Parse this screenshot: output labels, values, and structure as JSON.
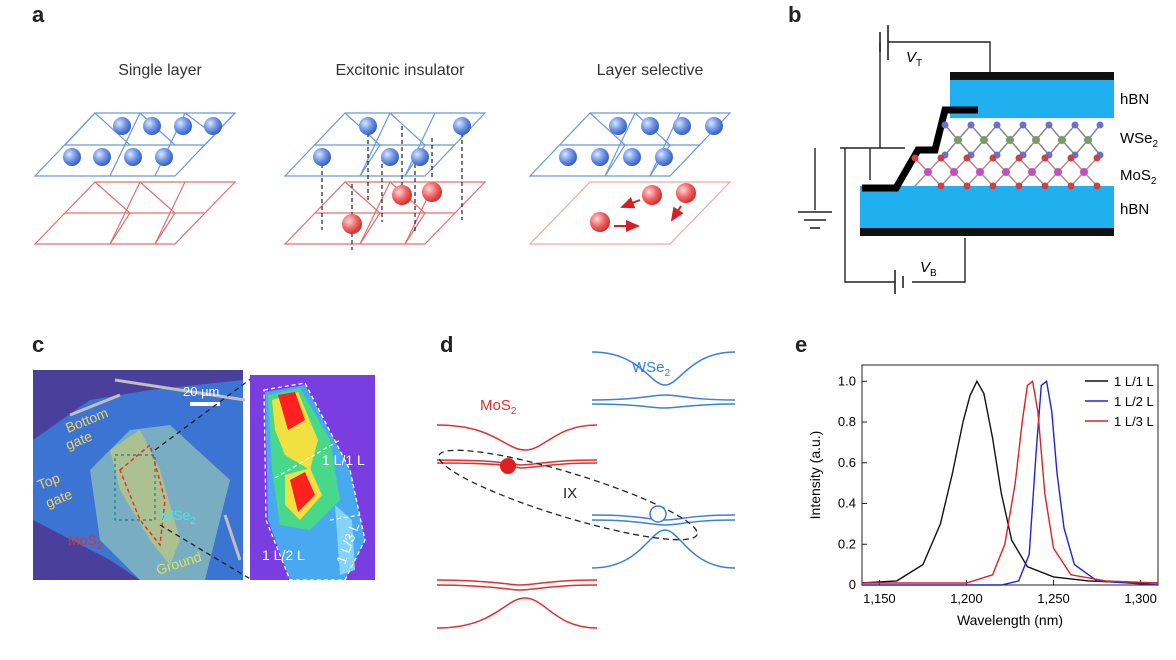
{
  "panels": {
    "a": "a",
    "b": "b",
    "c": "c",
    "d": "d",
    "e": "e"
  },
  "panel_a": {
    "captions": [
      "Single layer",
      "Excitonic insulator",
      "Layer selective"
    ]
  },
  "panel_b": {
    "vt_base": "V",
    "vt_sub": "T",
    "vb_base": "V",
    "vb_sub": "B",
    "hbn_top": "hBN",
    "hbn_bottom": "hBN",
    "wse2_base": "WSe",
    "wse2_sub": "2",
    "mos2_base": "MoS",
    "mos2_sub": "2"
  },
  "panel_c": {
    "scale": "20 µm",
    "bottom_gate": [
      "Bottom",
      "gate"
    ],
    "top_gate": [
      "Top",
      "gate"
    ],
    "wse2_base": "WSe",
    "wse2_sub": "2",
    "mos2_base": "MoS",
    "mos2_sub": "2",
    "ground": "Ground",
    "l11": "1 L/1 L",
    "l12": "1 L/2 L",
    "l13": "1 L/3 L"
  },
  "panel_d": {
    "wse2_base": "WSe",
    "wse2_sub": "2",
    "mos2_base": "MoS",
    "mos2_sub": "2",
    "ix": "IX"
  },
  "chart_data": {
    "type": "line",
    "xlabel": "Wavelength (nm)",
    "ylabel": "Intensity (a.u.)",
    "xlim": [
      1140,
      1310
    ],
    "ylim": [
      0,
      1.08
    ],
    "x_ticks": [
      1150,
      1200,
      1250,
      1300
    ],
    "x_tick_labels": [
      "1,150",
      "1,200",
      "1,250",
      "1,300"
    ],
    "y_ticks": [
      0,
      0.2,
      0.4,
      0.6,
      0.8,
      1.0
    ],
    "y_tick_labels": [
      "0",
      "0.2",
      "0.4",
      "0.6",
      "0.8",
      "1.0"
    ],
    "legend_position": "top-right",
    "series": [
      {
        "name": "1 L/1 L",
        "color": "#111111",
        "x": [
          1140,
          1160,
          1175,
          1185,
          1192,
          1198,
          1202,
          1206,
          1210,
          1215,
          1220,
          1226,
          1235,
          1250,
          1270,
          1300,
          1310
        ],
        "y": [
          0.01,
          0.02,
          0.1,
          0.3,
          0.55,
          0.8,
          0.93,
          1.0,
          0.94,
          0.72,
          0.45,
          0.22,
          0.09,
          0.04,
          0.02,
          0.01,
          0.01
        ]
      },
      {
        "name": "1 L/2 L",
        "color": "#2222dd",
        "x": [
          1140,
          1220,
          1230,
          1236,
          1240,
          1243,
          1246,
          1249,
          1252,
          1256,
          1262,
          1275,
          1310
        ],
        "y": [
          0,
          0,
          0.02,
          0.15,
          0.65,
          0.98,
          1.0,
          0.85,
          0.55,
          0.28,
          0.1,
          0.02,
          0
        ],
        "y_note": ""
      },
      {
        "name": "1 L/3 L",
        "color": "#dd2222",
        "x": [
          1140,
          1200,
          1215,
          1222,
          1228,
          1232,
          1235,
          1238,
          1241,
          1245,
          1250,
          1260,
          1280,
          1310
        ],
        "y": [
          0.01,
          0.01,
          0.05,
          0.2,
          0.5,
          0.8,
          0.98,
          1.0,
          0.85,
          0.45,
          0.18,
          0.05,
          0.02,
          0.01
        ]
      }
    ]
  }
}
